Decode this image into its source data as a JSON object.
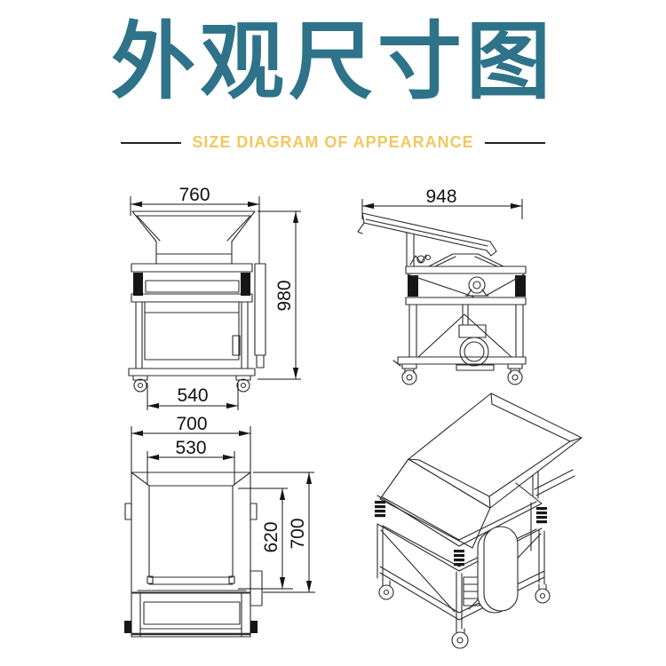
{
  "header": {
    "title": "外观尺寸图",
    "subtitle": "SIZE DIAGRAM OF APPEARANCE",
    "title_color": "#2e7389",
    "subtitle_color": "#f2c761"
  },
  "views": {
    "front": {
      "dim_top_width": "760",
      "dim_height": "980",
      "dim_base_width": "540"
    },
    "side": {
      "dim_length": "948"
    },
    "plan": {
      "dim_outer_width": "700",
      "dim_inner_width": "530",
      "dim_inner_depth": "620",
      "dim_outer_depth": "700"
    }
  },
  "drawing_colors": {
    "line": "#2b2b2b",
    "dimension": "#141414"
  }
}
